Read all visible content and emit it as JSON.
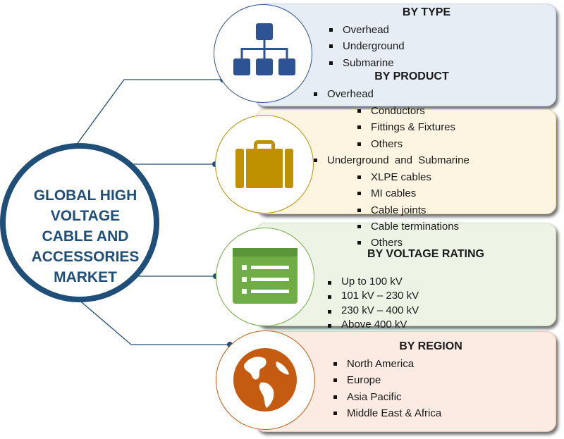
{
  "center_title": "GLOBAL HIGH\nVOLTAGE\nCABLE AND\nACCESSORIES\nMARKET",
  "colors": {
    "navy": "#1f4e79",
    "type_fill": "#e6edf5",
    "type_icon": "#2e5394",
    "product_fill": "#fdf5e2",
    "product_icon": "#bf9000",
    "voltage_fill": "#edf4e6",
    "voltage_icon": "#70ad47",
    "region_fill": "#fcebe3",
    "region_icon": "#c55a11"
  },
  "by_type": {
    "title": "BY TYPE",
    "icon": "hierarchy-icon",
    "items": [
      "Overhead",
      "Underground",
      "Submarine"
    ]
  },
  "by_product": {
    "title": "BY PRODUCT",
    "icon": "briefcase-icon",
    "overhead_label": "Overhead",
    "overhead_items": [
      "Conductors",
      "Fittings & Fixtures",
      "Others"
    ],
    "underground_label": "Underground  and  Submarine",
    "underground_items": [
      "XLPE cables",
      "MI cables",
      "Cable joints",
      "Cable terminations",
      "Others"
    ]
  },
  "by_voltage": {
    "title": "BY VOLTAGE RATING",
    "icon": "list-icon",
    "items": [
      "Up to 100 kV",
      "101 kV – 230 kV",
      "230 kV – 400 kV",
      "Above 400 kV"
    ]
  },
  "by_region": {
    "title": "BY REGION",
    "icon": "globe-icon",
    "items": [
      "North America",
      "Europe",
      "Asia Pacific",
      "Middle East & Africa"
    ]
  }
}
